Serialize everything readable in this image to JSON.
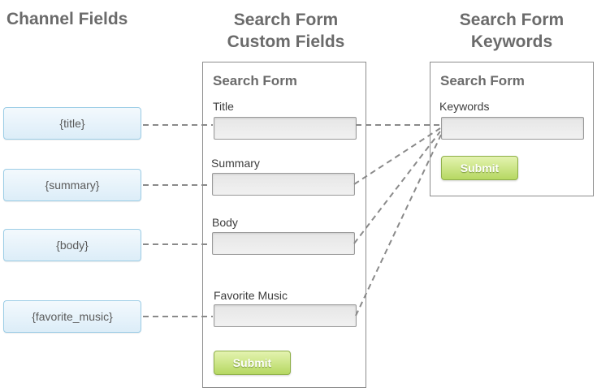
{
  "headings": {
    "channel_fields": "Channel Fields",
    "custom_fields": "Search Form\nCustom Fields",
    "keywords": "Search Form\nKeywords"
  },
  "channel_fields": [
    {
      "label": "{title}"
    },
    {
      "label": "{summary}"
    },
    {
      "label": "{body}"
    },
    {
      "label": "{favorite_music}"
    }
  ],
  "custom_form": {
    "title": "Search Form",
    "fields": [
      {
        "label": "Title",
        "value": ""
      },
      {
        "label": "Summary",
        "value": ""
      },
      {
        "label": "Body",
        "value": ""
      },
      {
        "label": "Favorite Music",
        "value": ""
      }
    ],
    "submit_label": "Submit"
  },
  "keyword_form": {
    "title": "Search Form",
    "field": {
      "label": "Keywords",
      "value": ""
    },
    "submit_label": "Submit"
  },
  "colors": {
    "pill_border": "#9ccde6",
    "submit_green": "#b6d862",
    "connector": "#8a8a8a"
  }
}
